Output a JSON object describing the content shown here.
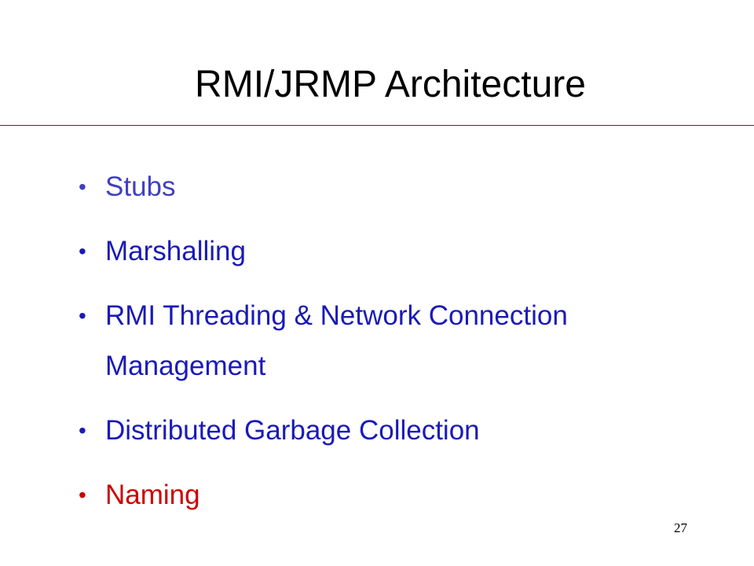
{
  "slide": {
    "title": "RMI/JRMP Architecture",
    "rule_color": "#c00000",
    "page_number": "27",
    "bullets": [
      {
        "text": "Stubs",
        "color": "#4040c0"
      },
      {
        "text": "Marshalling",
        "color": "#1a1ab8"
      },
      {
        "text": "RMI Threading & Network Connection Management",
        "color": "#1a1ab8"
      },
      {
        "text": "Distributed Garbage Collection",
        "color": "#1a1ab8"
      },
      {
        "text": "Naming",
        "color": "#cc0000"
      }
    ]
  }
}
